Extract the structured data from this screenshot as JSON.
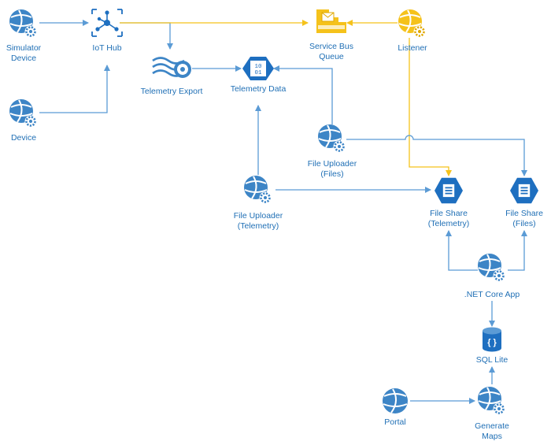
{
  "colors": {
    "blue": "#5b9bd5",
    "blue_dark": "#1e6fc0",
    "yellow": "#f5c21b",
    "yellow_dark": "#e0a800",
    "label": "#1f6fb5"
  },
  "nodes": {
    "simulator_device": {
      "label": [
        "Simulator",
        "Device"
      ],
      "icon": "web-app-icon"
    },
    "device": {
      "label": [
        "Device"
      ],
      "icon": "web-app-icon"
    },
    "iot_hub": {
      "label": [
        "IoT Hub"
      ],
      "icon": "iot-hub-icon"
    },
    "telemetry_export": {
      "label": [
        "Telemetry Export"
      ],
      "icon": "stream-analytics-icon"
    },
    "telemetry_data": {
      "label": [
        "Telemetry Data"
      ],
      "icon": "blob-storage-icon"
    },
    "service_bus_queue": {
      "label": [
        "Service Bus",
        "Queue"
      ],
      "icon": "service-bus-icon"
    },
    "listener": {
      "label": [
        "Listener"
      ],
      "icon": "web-app-icon"
    },
    "file_uploader_files": {
      "label": [
        "File Uploader",
        "(Files)"
      ],
      "icon": "web-app-icon"
    },
    "file_uploader_telemetry": {
      "label": [
        "File Uploader",
        "(Telemetry)"
      ],
      "icon": "web-app-icon"
    },
    "file_share_telemetry": {
      "label": [
        "File Share",
        "(Telemetry)"
      ],
      "icon": "file-share-icon"
    },
    "file_share_files": {
      "label": [
        "File Share",
        "(Files)"
      ],
      "icon": "file-share-icon"
    },
    "net_core_app": {
      "label": [
        ".NET Core App"
      ],
      "icon": "web-app-icon"
    },
    "sql_lite": {
      "label": [
        "SQL Lite"
      ],
      "icon": "database-icon"
    },
    "portal": {
      "label": [
        "Portal"
      ],
      "icon": "web-app-icon"
    },
    "generate_maps": {
      "label": [
        "Generate",
        "Maps"
      ],
      "icon": "web-app-icon"
    }
  }
}
